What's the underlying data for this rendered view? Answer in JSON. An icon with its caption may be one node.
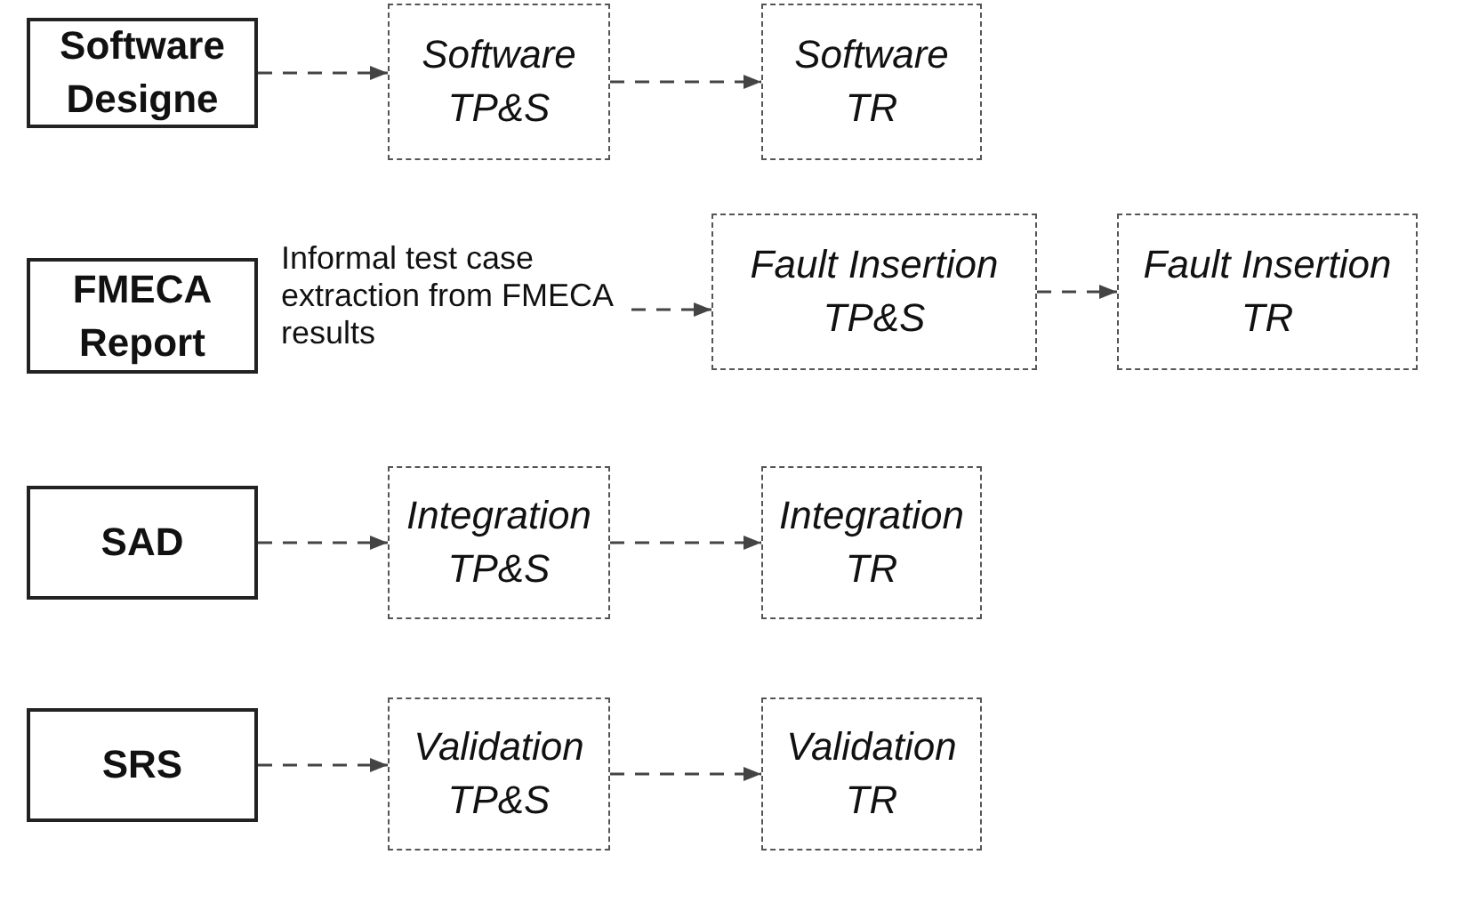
{
  "diagram": {
    "nodes": [
      {
        "text": [
          "Software Designe"
        ]
      },
      {
        "text": [
          "Software TP&S"
        ]
      },
      {
        "text": [
          "Software TR"
        ]
      },
      {
        "text": [
          "FMECA Report"
        ]
      },
      {
        "text": [
          "Informal test case extraction from FMECA results"
        ]
      },
      {
        "text": [
          "Fault Insertion TP&S"
        ]
      },
      {
        "text": [
          "Fault Insertion TR"
        ]
      },
      {
        "text": [
          "SAD"
        ]
      },
      {
        "text": [
          "Integration TP&S"
        ]
      },
      {
        "text": [
          "Integration TR"
        ]
      },
      {
        "text": [
          "SRS"
        ]
      },
      {
        "text": [
          "Validation TP&S"
        ]
      },
      {
        "text": [
          "Validation TR"
        ]
      }
    ],
    "edges": [
      {
        "from": 0,
        "to": 1,
        "arrow": "to",
        "style": "dashed"
      },
      {
        "from": 1,
        "to": 2,
        "arrow": "to",
        "style": "dashed"
      },
      {
        "from": 4,
        "to": 5,
        "arrow": "to",
        "style": "dashed"
      },
      {
        "from": 5,
        "to": 6,
        "arrow": "to",
        "style": "dashed"
      },
      {
        "from": 7,
        "to": 8,
        "arrow": "to",
        "style": "dashed"
      },
      {
        "from": 8,
        "to": 9,
        "arrow": "to",
        "style": "dashed"
      },
      {
        "from": 10,
        "to": 11,
        "arrow": "to",
        "style": "dashed"
      },
      {
        "from": 11,
        "to": 12,
        "arrow": "to",
        "style": "dashed"
      }
    ]
  }
}
